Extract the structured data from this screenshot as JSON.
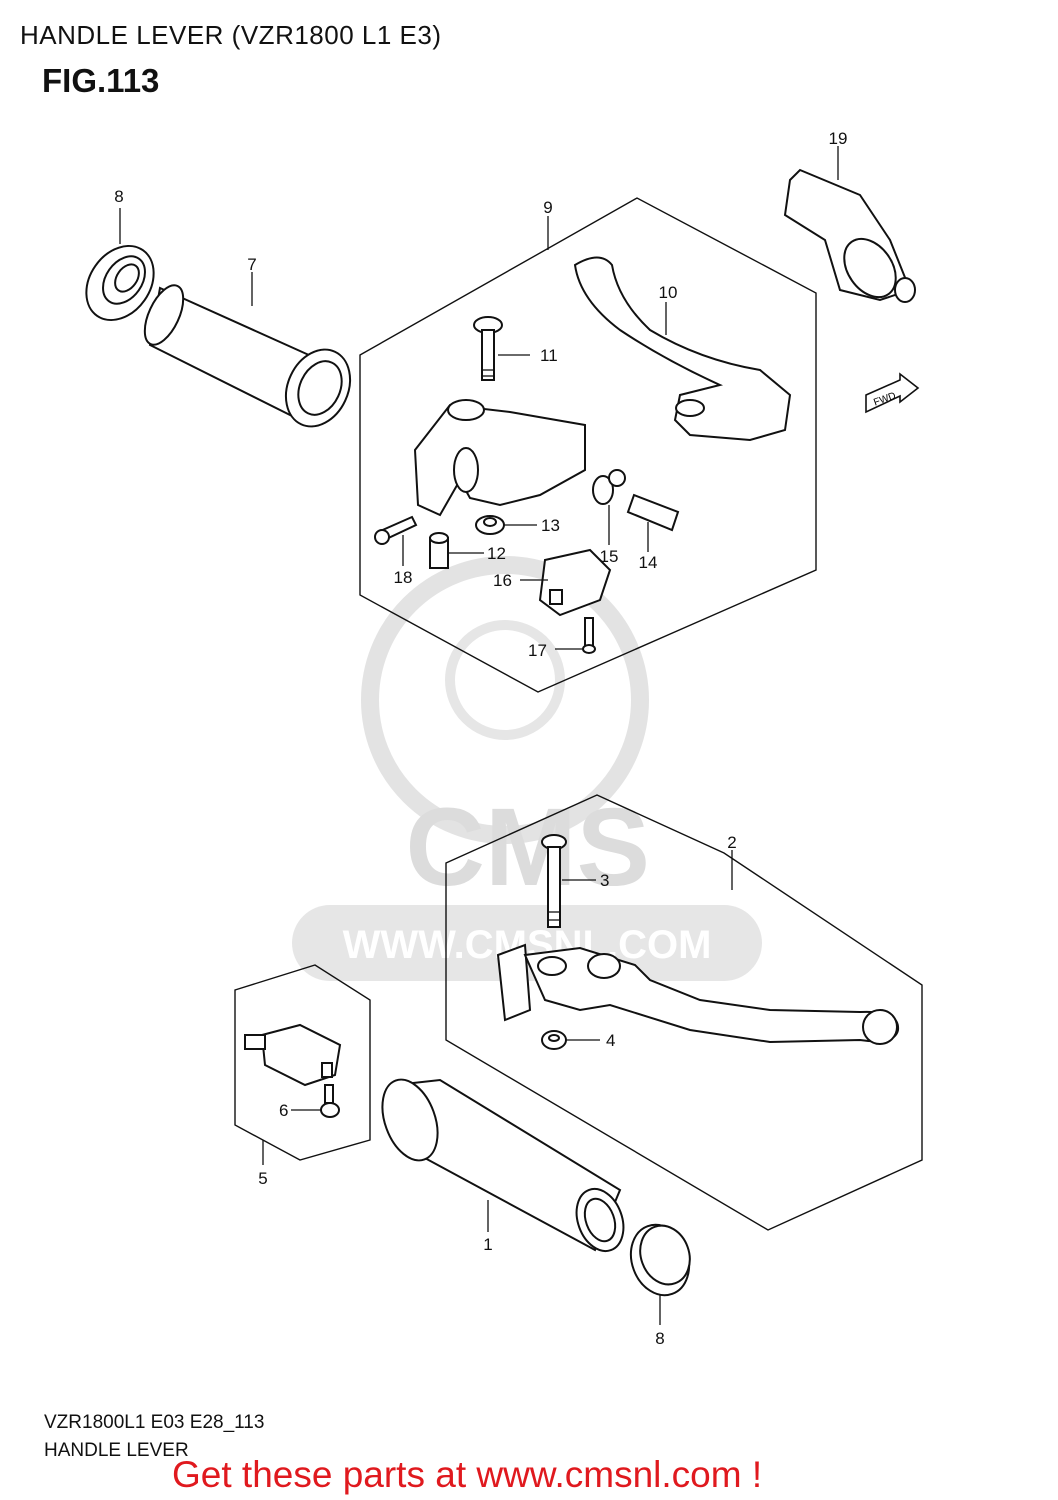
{
  "header": {
    "title": "HANDLE LEVER (VZR1800 L1 E3)",
    "figure": "FIG.113"
  },
  "watermark": {
    "brand": "CMS",
    "url": "WWW.CMSNL.COM"
  },
  "direction_badge": "FWD",
  "callouts": [
    {
      "id": "c1",
      "label": "1"
    },
    {
      "id": "c2",
      "label": "2"
    },
    {
      "id": "c3",
      "label": "3"
    },
    {
      "id": "c4",
      "label": "4"
    },
    {
      "id": "c5",
      "label": "5"
    },
    {
      "id": "c6",
      "label": "6"
    },
    {
      "id": "c7",
      "label": "7"
    },
    {
      "id": "c8a",
      "label": "8"
    },
    {
      "id": "c8b",
      "label": "8"
    },
    {
      "id": "c9",
      "label": "9"
    },
    {
      "id": "c10",
      "label": "10"
    },
    {
      "id": "c11",
      "label": "11"
    },
    {
      "id": "c12",
      "label": "12"
    },
    {
      "id": "c13",
      "label": "13"
    },
    {
      "id": "c14",
      "label": "14"
    },
    {
      "id": "c15",
      "label": "15"
    },
    {
      "id": "c16",
      "label": "16"
    },
    {
      "id": "c17",
      "label": "17"
    },
    {
      "id": "c18",
      "label": "18"
    },
    {
      "id": "c19",
      "label": "19"
    }
  ],
  "footer": {
    "model_code": "VZR1800L1 E03 E28_113",
    "section_name": "HANDLE LEVER",
    "promo": "Get these parts at www.cmsnl.com !"
  },
  "colors": {
    "promo": "#e0191e",
    "watermark": "#d9d9d9",
    "line": "#111111"
  }
}
